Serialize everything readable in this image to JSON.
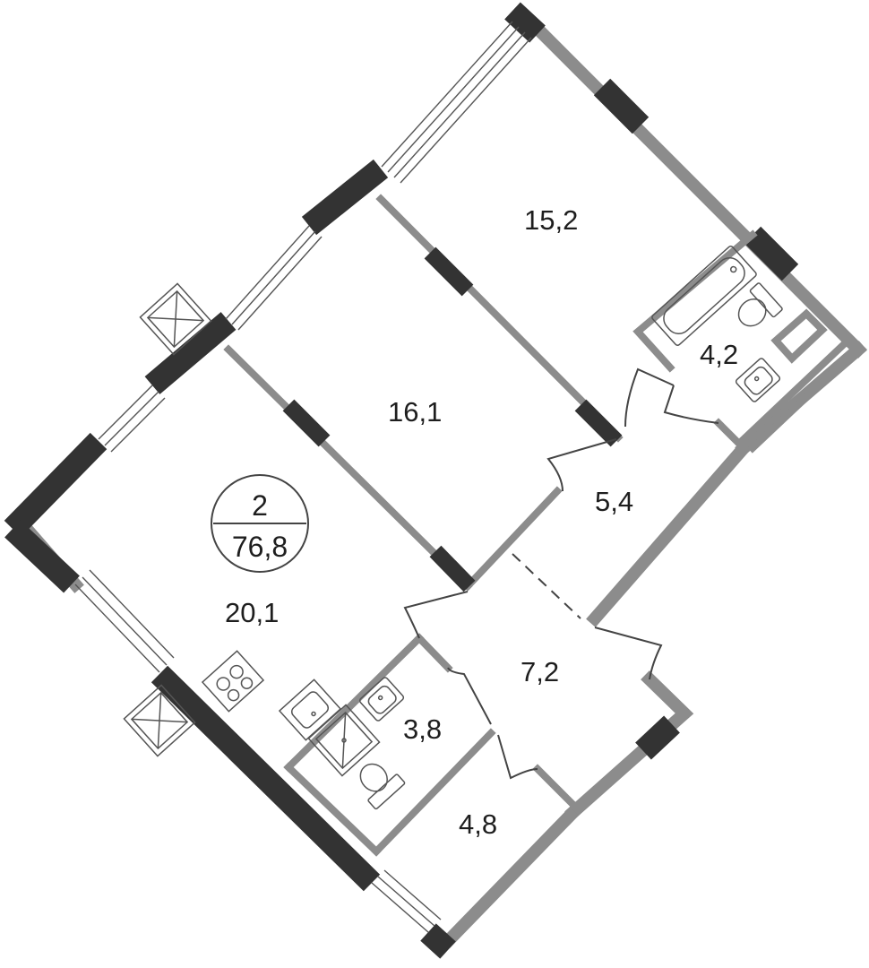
{
  "apartment": {
    "rooms_count": "2",
    "total_area": "76,8"
  },
  "rooms": [
    {
      "id": "bedroom-top",
      "area": "15,2"
    },
    {
      "id": "bedroom-middle",
      "area": "16,1"
    },
    {
      "id": "living-kitchen",
      "area": "20,1"
    },
    {
      "id": "corridor-upper",
      "area": "5,4"
    },
    {
      "id": "bathroom-top",
      "area": "4,2"
    },
    {
      "id": "hall",
      "area": "7,2"
    },
    {
      "id": "bathroom-bottom",
      "area": "3,8"
    },
    {
      "id": "storage",
      "area": "4,8"
    }
  ],
  "colors": {
    "wall_light": "#8c8c8c",
    "wall_dark": "#333333",
    "fixture_line": "#555555"
  }
}
